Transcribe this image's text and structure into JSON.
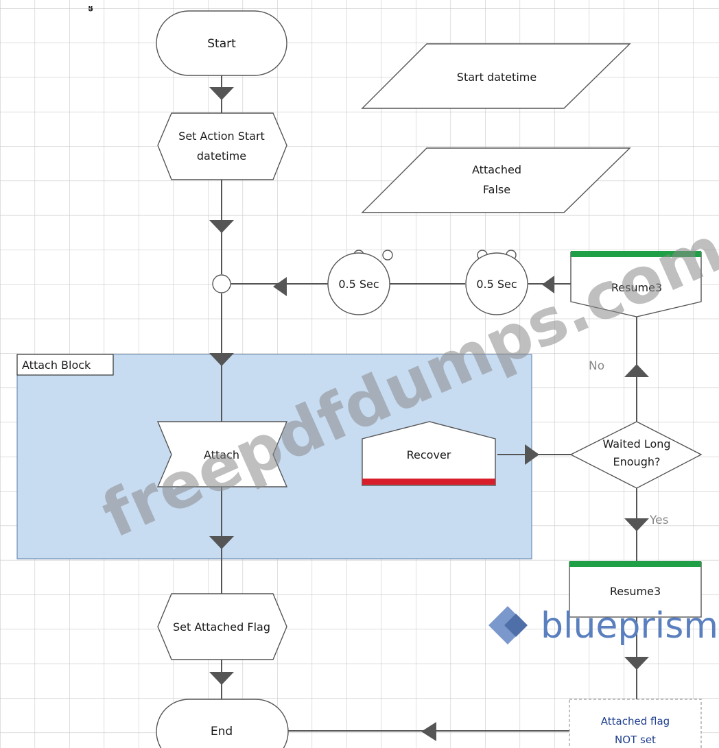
{
  "diagram": {
    "start_label": "Start",
    "set_action_start_label": "Set Action Start\ndatetime",
    "start_datetime_label": "Start datetime",
    "attached_false_label": "Attached\nFalse",
    "wait1_label": "0.5 Sec",
    "wait2_label": "0.5 Sec",
    "resume_top_label": "Resume3",
    "no_label": "No",
    "attach_block_label": "Attach Block",
    "attach_label": "Attach",
    "recover_label": "Recover",
    "decision_label": "Waited Long\nEnough?",
    "yes_label": "Yes",
    "resume_bottom_label": "Resume3",
    "set_attached_flag_label": "Set Attached Flag",
    "end_label": "End",
    "attached_flag_not_set_label": "Attached flag\nNOT set"
  },
  "watermark": "freepdfdumps.com",
  "brand": "blueprism",
  "colors": {
    "block_fill": "#c7dbf1",
    "resume_bar": "#1fa046",
    "recover_bar": "#d81e2a",
    "grid": "#c9c9c9",
    "line": "#555555"
  }
}
